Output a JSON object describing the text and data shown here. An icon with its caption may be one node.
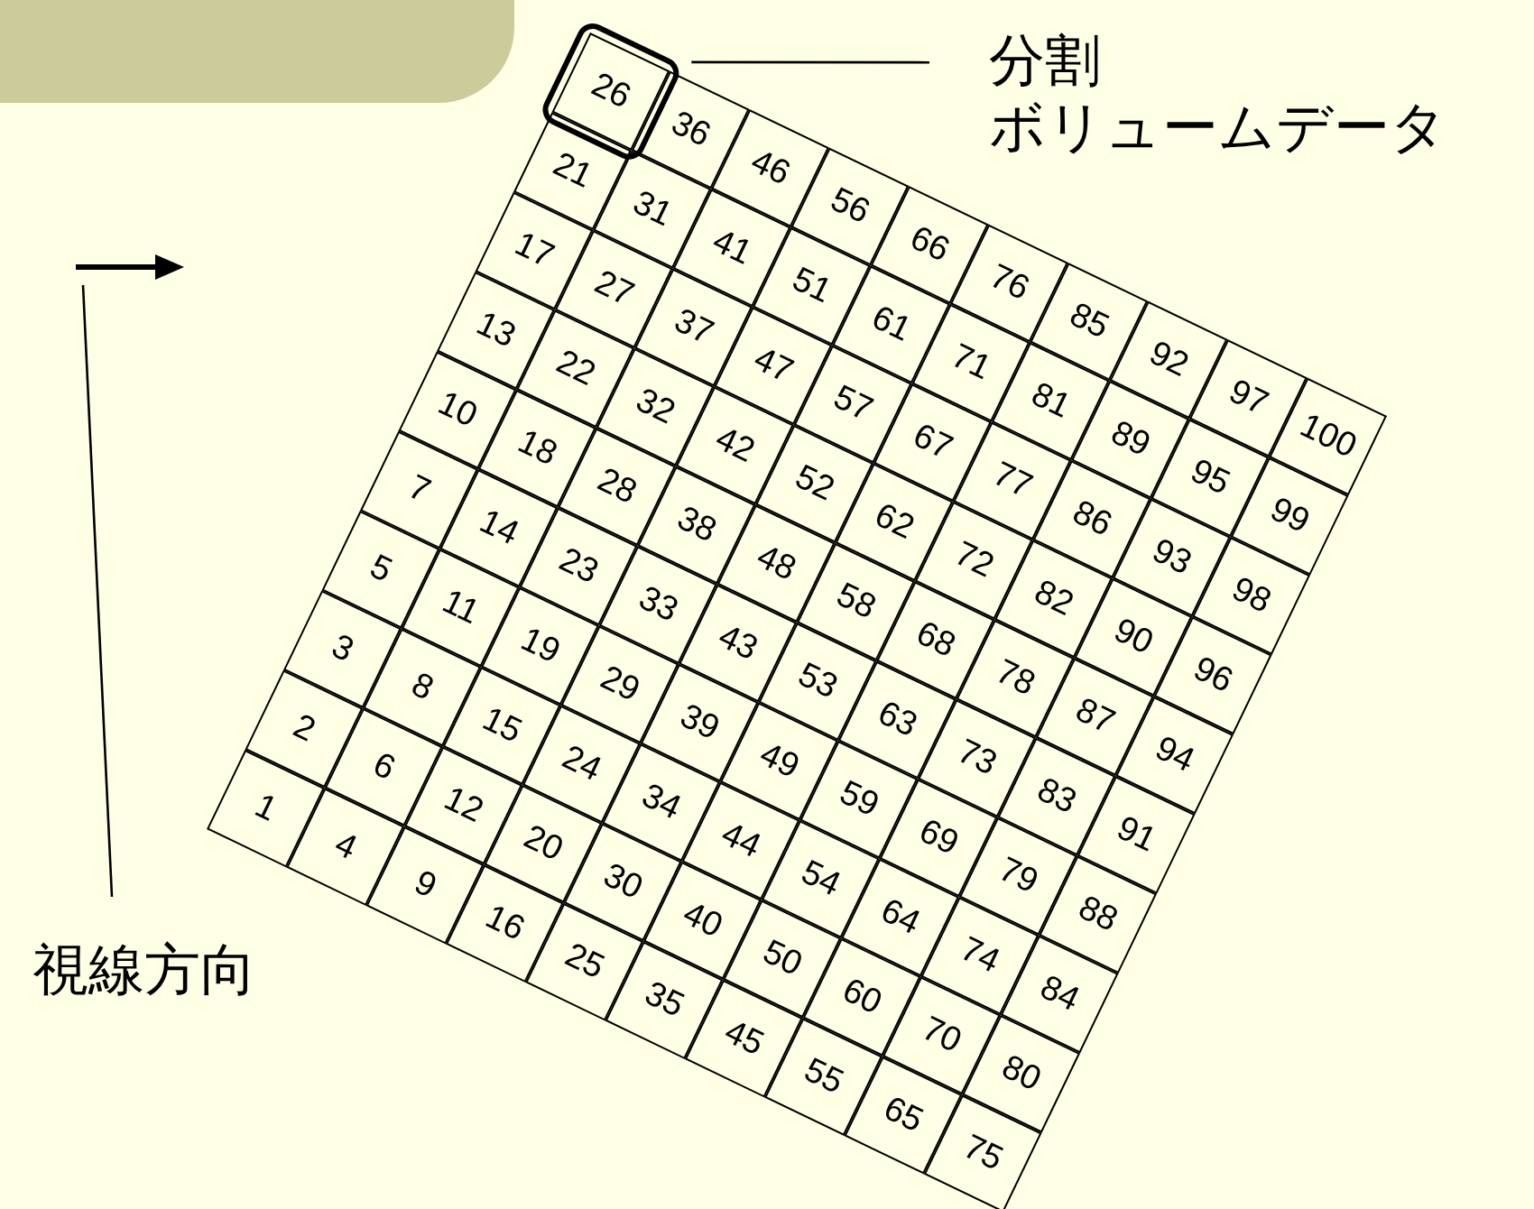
{
  "diagram": {
    "nodes": [
      {
        "text": [
          "分割",
          "ボリュームデータ"
        ]
      },
      {
        "text": [],
        "shape": "box"
      },
      {
        "text": [
          "視線方向"
        ]
      },
      {
        "text": [],
        "shape": "arrow"
      }
    ],
    "edges": [
      {
        "from": 0,
        "to": 1,
        "arrow": "none"
      },
      {
        "from": 2,
        "to": 3,
        "arrow": "none"
      }
    ],
    "labels": [
      "26",
      "36",
      "46",
      "56",
      "66",
      "76",
      "85",
      "92",
      "97",
      "100",
      "21",
      "31",
      "41",
      "51",
      "61",
      "71",
      "81",
      "89",
      "95",
      "99",
      "17",
      "27",
      "37",
      "47",
      "57",
      "67",
      "77",
      "86",
      "93",
      "98",
      "13",
      "22",
      "32",
      "42",
      "52",
      "62",
      "72",
      "82",
      "90",
      "96",
      "10",
      "18",
      "28",
      "38",
      "48",
      "58",
      "68",
      "78",
      "87",
      "94",
      "7",
      "14",
      "23",
      "33",
      "43",
      "53",
      "63",
      "73",
      "83",
      "91",
      "5",
      "11",
      "19",
      "29",
      "39",
      "49",
      "59",
      "69",
      "79",
      "88",
      "3",
      "8",
      "15",
      "24",
      "34",
      "44",
      "54",
      "64",
      "74",
      "84",
      "2",
      "6",
      "12",
      "20",
      "30",
      "40",
      "50",
      "60",
      "70",
      "80",
      "1",
      "4",
      "9",
      "16",
      "25",
      "35",
      "45",
      "55",
      "65",
      "75"
    ]
  }
}
